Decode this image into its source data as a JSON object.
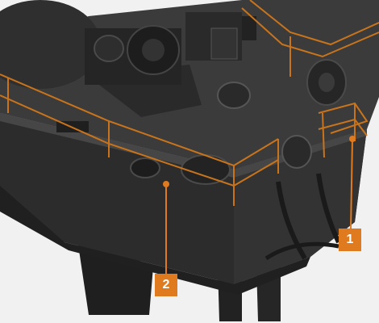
{
  "diagram": {
    "callouts": [
      {
        "id": "1",
        "label": "1"
      },
      {
        "id": "2",
        "label": "2"
      }
    ],
    "colors": {
      "accent": "#e07a1f",
      "hull": "#2a2a2a",
      "deck": "#3a3a3a",
      "background": "#f1f1f1",
      "railing": "#c8741c"
    }
  }
}
